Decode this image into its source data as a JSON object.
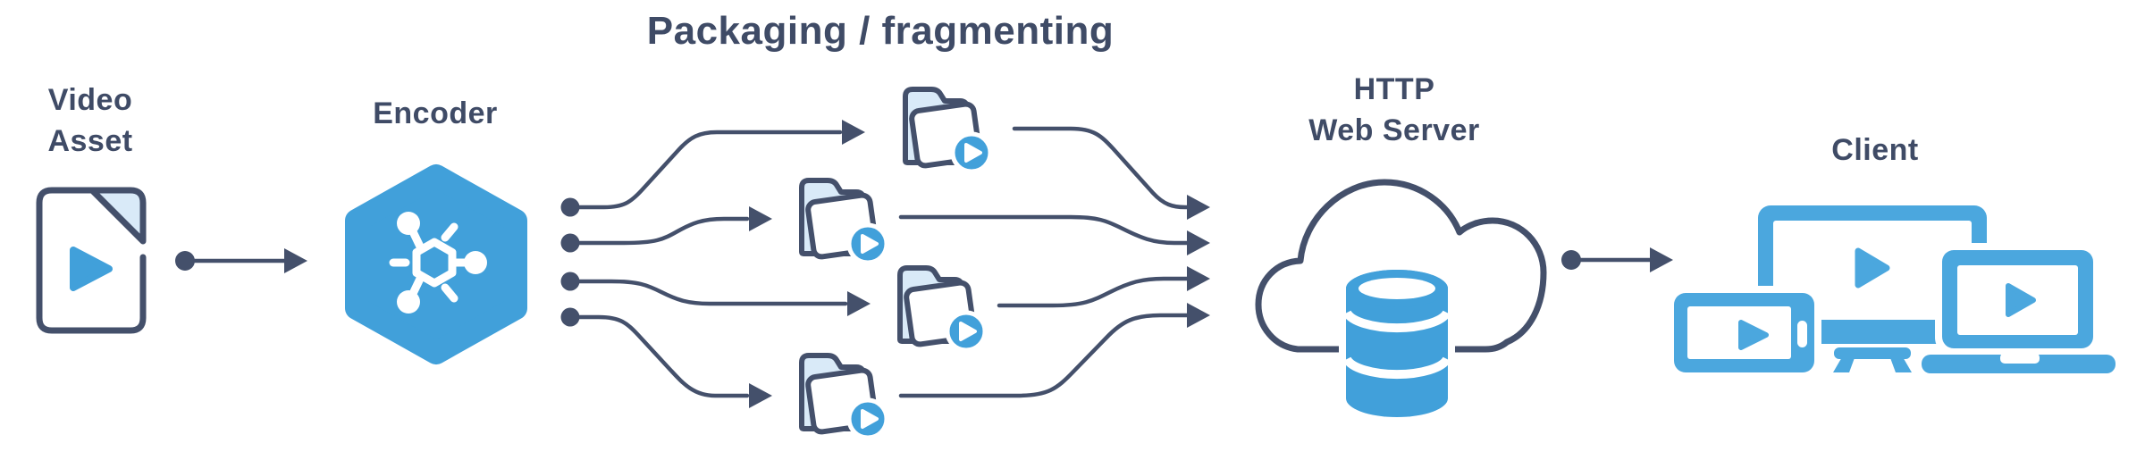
{
  "diagram": {
    "title": "Packaging / fragmenting",
    "colors": {
      "outline_navy": "#44506B",
      "text_navy": "#3F4B66",
      "accent_blue": "#41A0DA",
      "light_blue_fill": "#D9EAF8",
      "device_blue": "#4BA7DE",
      "background": "#FFFFFF"
    },
    "nodes": {
      "video_asset": {
        "label_line1": "Video",
        "label_line2": "Asset",
        "icon": "video-file-icon"
      },
      "encoder": {
        "label": "Encoder",
        "icon": "encoder-hexagon-icon"
      },
      "packaging": {
        "stream_count": 4,
        "icon": "video-folder-icon"
      },
      "web_server": {
        "label_line1": "HTTP",
        "label_line2": "Web Server",
        "icon": "cloud-database-icon"
      },
      "client": {
        "label": "Client",
        "icon": "multi-device-icon"
      }
    }
  }
}
